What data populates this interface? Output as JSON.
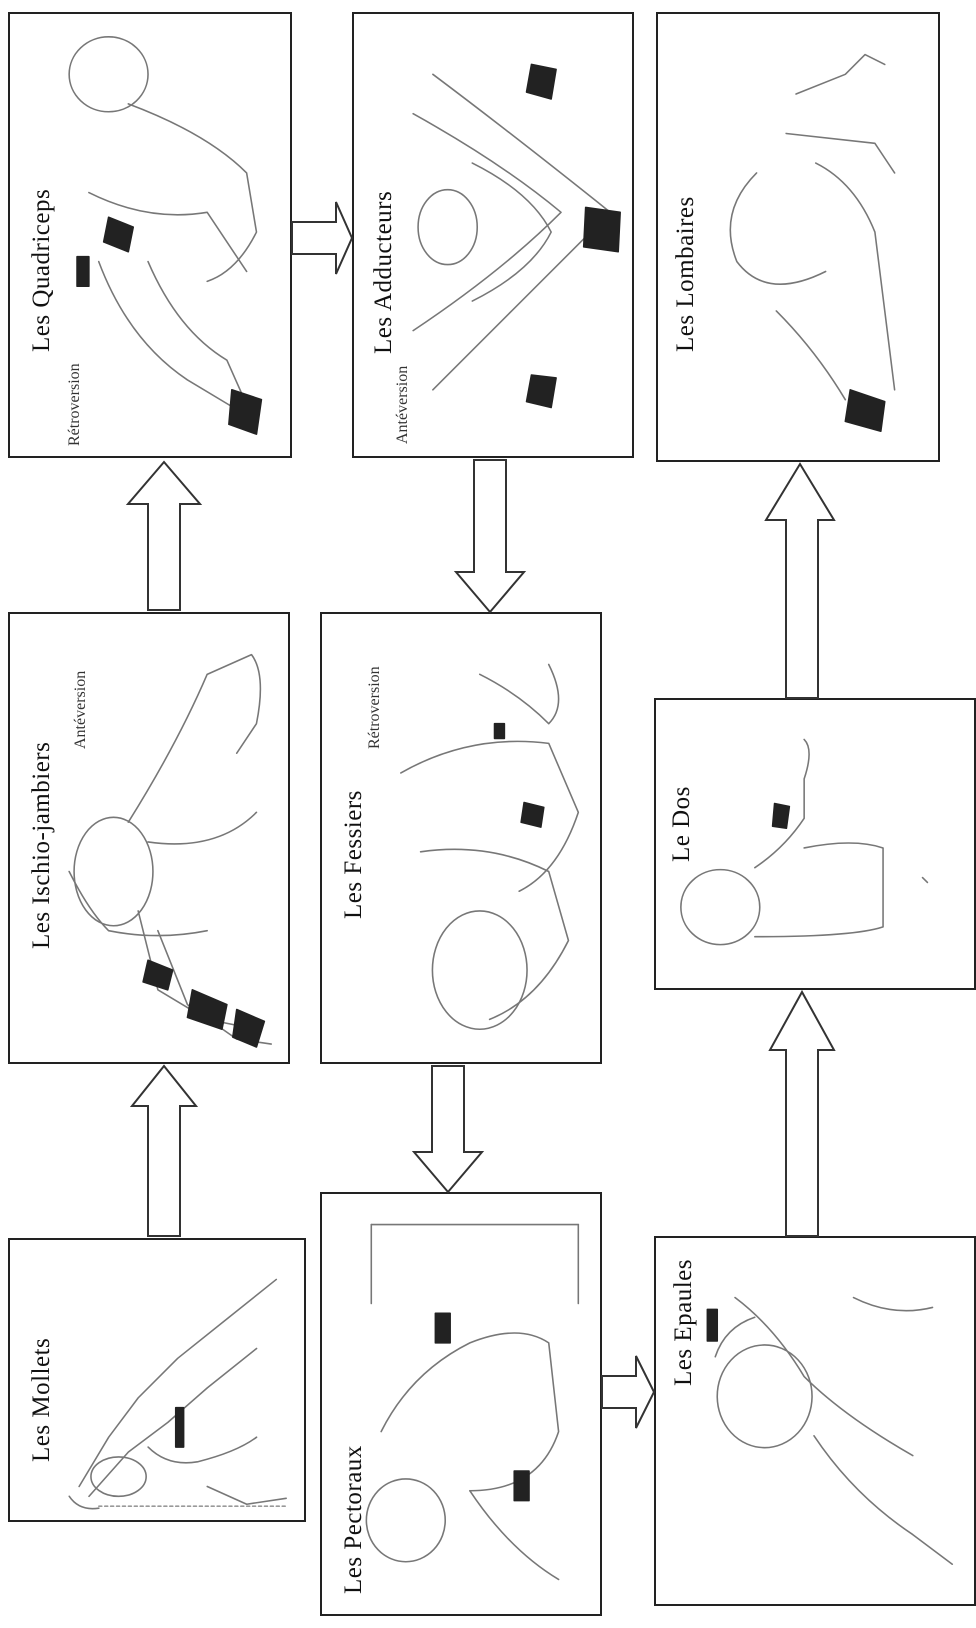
{
  "panels": {
    "mollets": {
      "title": "Les Mollets"
    },
    "ischio": {
      "title": "Les Ischio-jambiers",
      "sub": "Antéversion"
    },
    "quadriceps": {
      "title": "Les Quadriceps",
      "sub": "Rétroversion"
    },
    "pectoraux": {
      "title": "Les Pectoraux"
    },
    "fessiers": {
      "title": "Les Fessiers",
      "sub": "Rétroversion"
    },
    "adducteurs": {
      "title": "Les Adducteurs",
      "sub": "Antéversion"
    },
    "epaules": {
      "title": "Les Epaules"
    },
    "dos": {
      "title": "Le Dos"
    },
    "lombaires": {
      "title": "Les Lombaires"
    }
  },
  "colors": {
    "border": "#222222",
    "sketch": "#777777",
    "ink": "#111111"
  }
}
